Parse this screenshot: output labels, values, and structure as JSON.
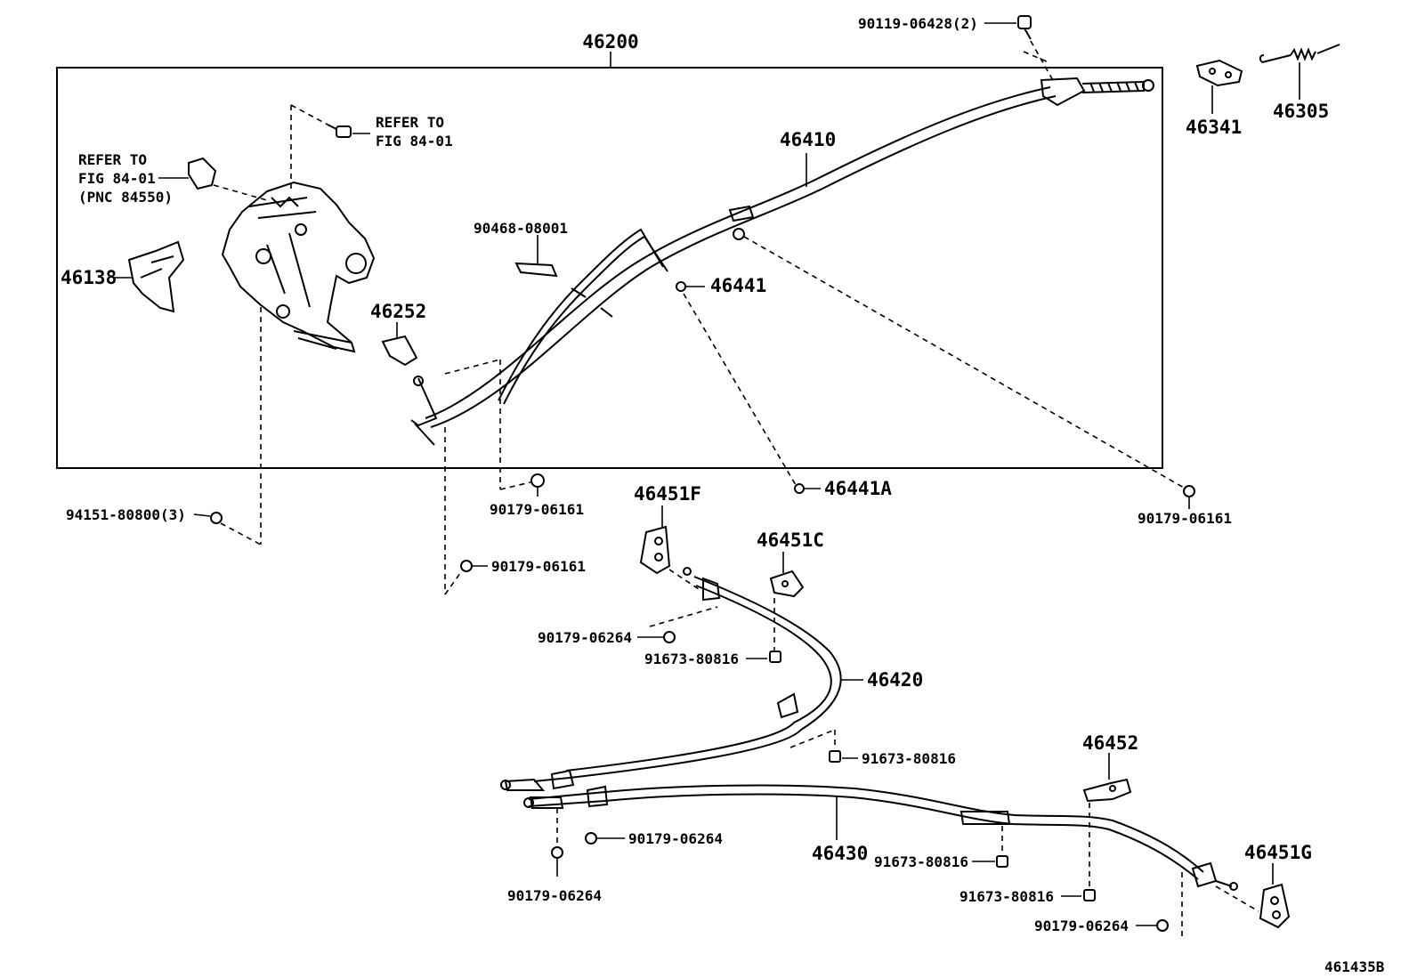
{
  "diagram_id": "461435B",
  "assembly": {
    "part_no": "46200"
  },
  "notes": {
    "refer_bolt_line1": "REFER TO",
    "refer_bolt_line2": "FIG 84-01",
    "refer_switch_line1": "REFER TO",
    "refer_switch_line2": "FIG 84-01",
    "refer_switch_line3": "(PNC 84550)"
  },
  "labels": {
    "p90119": "90119-06428(2)",
    "p46341": "46341",
    "p46305": "46305",
    "p46410": "46410",
    "p90468": "90468-08001",
    "p46441": "46441",
    "p46138": "46138",
    "p46252": "46252",
    "p46441A": "46441A",
    "p94151": "94151-80800(3)",
    "p90179_a": "90179-06161",
    "p90179_b": "90179-06161",
    "p90179_c": "90179-06161",
    "p46451F": "46451F",
    "p46451C": "46451C",
    "p90179_264_a": "90179-06264",
    "p91673_a": "91673-80816",
    "p46420": "46420",
    "p91673_b": "91673-80816",
    "p90179_264_b": "90179-06264",
    "p46430": "46430",
    "p90179_264_c": "90179-06264",
    "p91673_c": "91673-80816",
    "p46452": "46452",
    "p46451G": "46451G",
    "p91673_d": "91673-80816",
    "p90179_264_d": "90179-06264"
  }
}
